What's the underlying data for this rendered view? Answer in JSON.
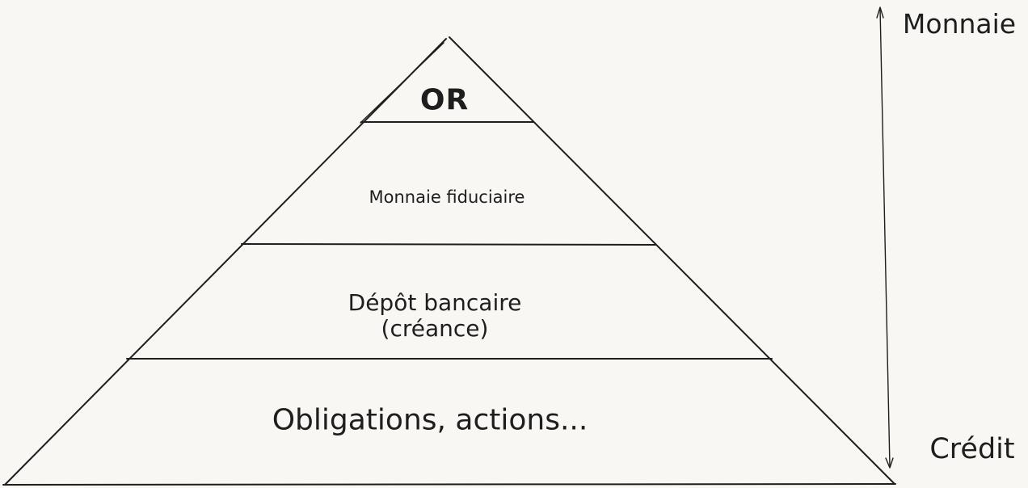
{
  "pyramid": {
    "levels": [
      {
        "label": "OR"
      },
      {
        "label": "Monnaie fiduciaire"
      },
      {
        "label_line1": "Dépôt bancaire",
        "label_line2": "(créance)"
      },
      {
        "label": "Obligations, actions..."
      }
    ]
  },
  "axis": {
    "top_label": "Monnaie",
    "bottom_label": "Crédit"
  },
  "colors": {
    "background": "#f8f7f3",
    "ink": "#1e1e1e"
  }
}
